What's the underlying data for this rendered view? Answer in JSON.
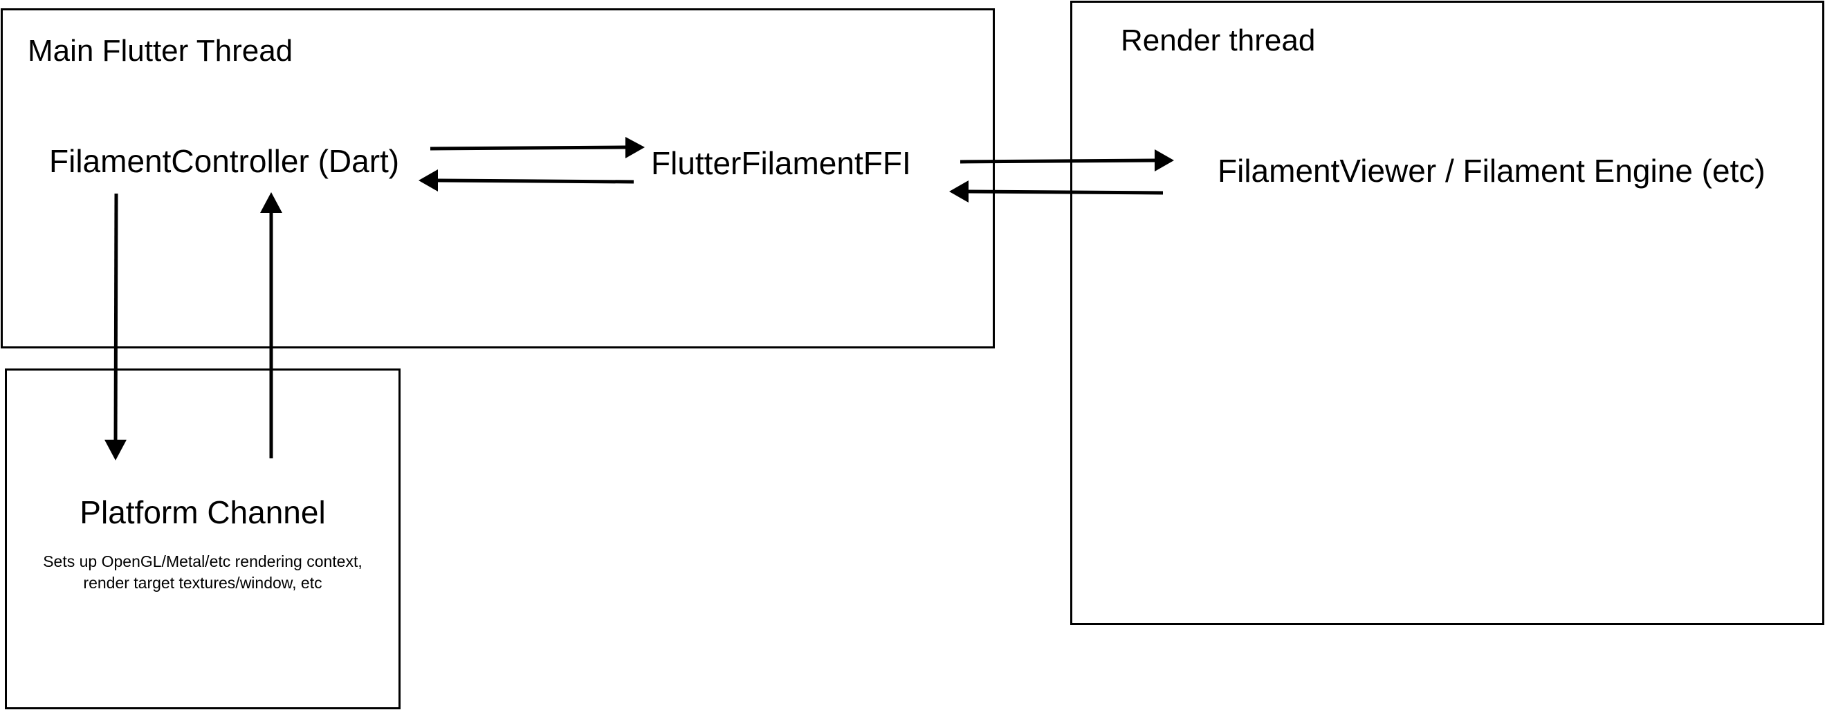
{
  "containers": {
    "main_thread": {
      "title": "Main Flutter Thread"
    },
    "render_thread": {
      "title": "Render thread"
    },
    "platform_channel": {
      "title": "Platform Channel",
      "description_lines": [
        "Sets up OpenGL/Metal/etc rendering context,",
        "render target textures/window, etc"
      ]
    }
  },
  "nodes": {
    "controller": "FilamentController (Dart)",
    "ffi": "FlutterFilamentFFI",
    "viewer": "FilamentViewer / Filament Engine (etc)"
  },
  "colors": {
    "stroke": "#000000",
    "background": "#ffffff"
  }
}
